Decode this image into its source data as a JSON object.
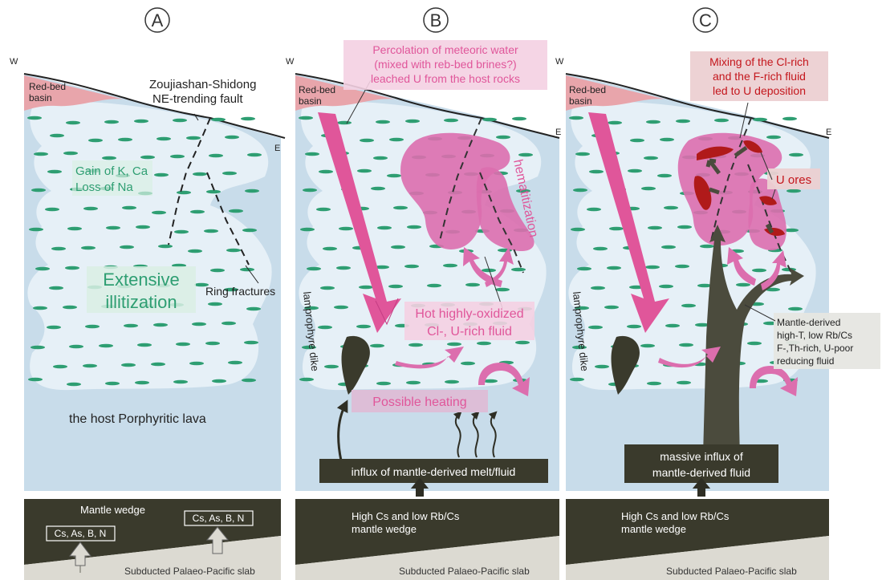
{
  "panels": [
    {
      "letter": "A",
      "west": "W",
      "east": "E",
      "basin_label_1": "Red-bed",
      "basin_label_2": "basin",
      "fault_label_1": "Zoujiashan-Shidong",
      "fault_label_2": "NE-trending fault",
      "gain_1": "Gain of K, Ca",
      "gain_2": "Loss of Na",
      "illite_1": "Extensive",
      "illite_2": "illitization",
      "ring": "Ring fractures",
      "host": "the host Porphyritic lava",
      "mantle": "Mantle wedge",
      "elements_1": "Cs, As, B, N",
      "elements_2": "Cs, As, B, N",
      "slab": "Subducted Palaeo-Pacific slab"
    },
    {
      "letter": "B",
      "west": "W",
      "east": "E",
      "basin_label_1": "Red-bed",
      "basin_label_2": "basin",
      "perc_1": "Percolation of meteoric water",
      "perc_2": "(mixed with reb-bed brines?)",
      "perc_3": "leached U from the host rocks",
      "hematite": "hematitization",
      "hot_1": "Hot highly-oxidized",
      "hot_2": "Cl-, U-rich fluid",
      "dike": "lamprophyre dike",
      "heating": "Possible heating",
      "influx": "influx of mantle-derived melt/fluid",
      "mantle_1": "High Cs and low Rb/Cs",
      "mantle_2": "mantle wedge",
      "slab": "Subducted Palaeo-Pacific slab"
    },
    {
      "letter": "C",
      "west": "W",
      "east": "E",
      "basin_label_1": "Red-bed",
      "basin_label_2": "basin",
      "mix_1": "Mixing of the Cl-rich",
      "mix_2": "and the F-rich fluid",
      "mix_3": "led to U deposition",
      "ores": "U ores",
      "derived_1": "Mantle-derived",
      "derived_2": "high-T, low Rb/Cs",
      "derived_3": "F-,Th-rich, U-poor",
      "derived_4": "reducing fluid",
      "dike": "lamprophyre dike",
      "influx_1": "massive influx of",
      "influx_2": "mantle-derived fluid",
      "mantle_1": "High Cs and low Rb/Cs",
      "mantle_2": "mantle wedge",
      "slab": "Subducted Palaeo-Pacific slab"
    }
  ],
  "colors": {
    "host": "#c8dcea",
    "alteration": "#e6f0f7",
    "dash": "#2e9e72",
    "basin": "#e8a5ab",
    "pink": "#e0569a",
    "pink_light": "#dc6eae",
    "dark": "#3a3a2c",
    "slab": "#dcdad2",
    "ore": "#b01a1a",
    "green_text": "#2e9e72",
    "green_box": "#d9efe4",
    "red_text": "#c4161c",
    "pink_box": "#f4d0e2",
    "grey_box": "#e6e6e2",
    "pale_box": "#ddbed7"
  }
}
